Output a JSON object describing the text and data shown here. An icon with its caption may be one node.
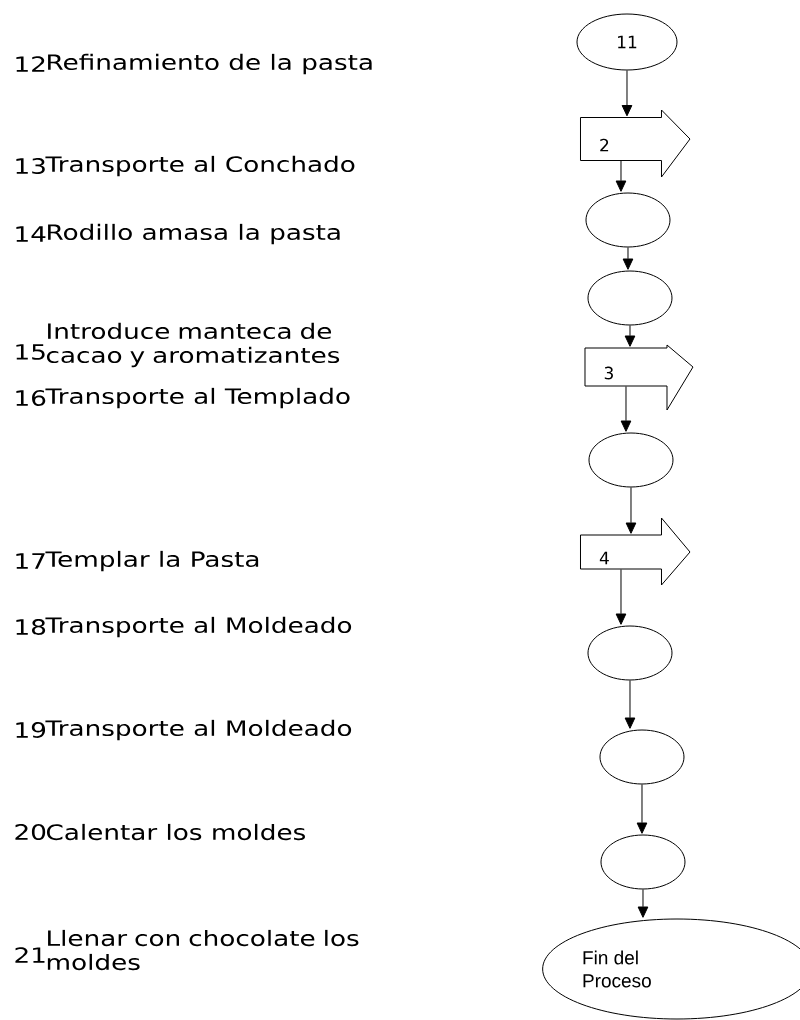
{
  "diagram": {
    "nodes": [
      {
        "text": [
          "11"
        ]
      },
      {
        "text": [
          "2"
        ]
      },
      {
        "text": [],
        "shape": "circle"
      },
      {
        "text": [],
        "shape": "circle"
      },
      {
        "text": [
          "3"
        ]
      },
      {
        "text": [],
        "shape": "circle"
      },
      {
        "text": [
          "4"
        ]
      },
      {
        "text": [],
        "shape": "circle"
      },
      {
        "text": [],
        "shape": "circle"
      },
      {
        "text": [],
        "shape": "circle"
      },
      {
        "text": [
          "Fin del Proceso"
        ]
      }
    ],
    "edges": [
      {
        "from": 0,
        "to": 1,
        "arrow": "to"
      },
      {
        "from": 1,
        "to": 2,
        "arrow": "to"
      },
      {
        "from": 2,
        "to": 3,
        "arrow": "to"
      },
      {
        "from": 3,
        "to": 4,
        "arrow": "to"
      },
      {
        "from": 4,
        "to": 5,
        "arrow": "to"
      },
      {
        "from": 5,
        "to": 6,
        "arrow": "to"
      },
      {
        "from": 6,
        "to": 7,
        "arrow": "to"
      },
      {
        "from": 7,
        "to": 8,
        "arrow": "to"
      },
      {
        "from": 8,
        "to": 9,
        "arrow": "to"
      },
      {
        "from": 9,
        "to": 10,
        "arrow": "to"
      }
    ],
    "labels": [
      "12",
      "Refinamiento de la pasta",
      "13",
      "Transporte al Conchado",
      "14",
      "Rodillo amasa la pasta",
      "15",
      "Introduce manteca de cacao y aromatizantes",
      "16",
      "Transporte al Templado",
      "17",
      "Templar la Pasta",
      "18",
      "Transporte al Moldeado",
      "19",
      "Transporte al Moldeado",
      "20",
      "Calentar los moldes",
      "21",
      "Llenar con chocolate los moldes"
    ]
  }
}
